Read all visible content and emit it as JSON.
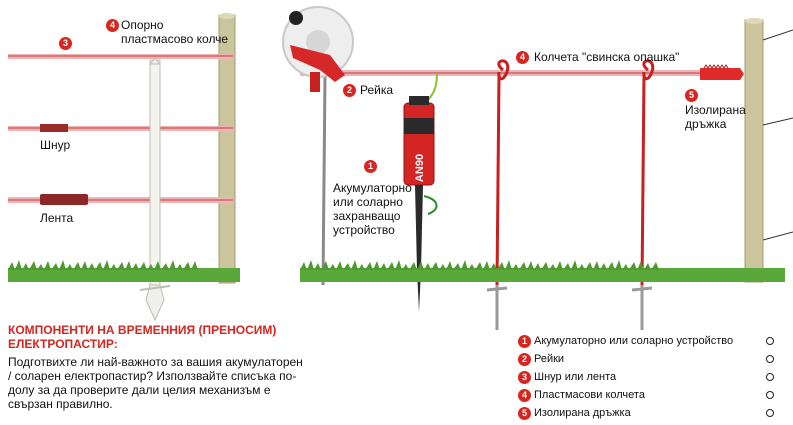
{
  "labels": {
    "post_left": "Опорно пластмасово колче",
    "cord": "Шнур",
    "tape": "Лента",
    "reel": "Рейка",
    "pigtail": "Колчета \"свинска опашка\"",
    "handle": "Изолирана дръжка",
    "energizer": "Акумулаторно или соларно захранващо устройство",
    "device_brand": "AN90"
  },
  "badges": {
    "post_left": "4",
    "wire_top": "3",
    "reel": "2",
    "pigtail": "4",
    "handle": "5",
    "energizer": "1"
  },
  "title": "КОМПОНЕНТИ НА ВРЕМЕННИЯ (ПРЕНОСИМ) ЕЛЕКТРОПАСТИР:",
  "description": "Подготвихте ли най-важното за вашия акумулаторен / соларен електропастир? Използвайте списъка по-долу за да проверите дали целия механизъм е свързан правилно.",
  "checklist": [
    {
      "num": "1",
      "text": "Акумулаторно или соларно устройство",
      "mark": "o"
    },
    {
      "num": "2",
      "text": "Рейки",
      "mark": "o"
    },
    {
      "num": "3",
      "text": "Шнур или лента",
      "mark": "o"
    },
    {
      "num": "4",
      "text": "Пластмасови колчета",
      "mark": "o"
    },
    {
      "num": "5",
      "text": "Изолирана дръжка",
      "mark": "o"
    }
  ],
  "colors": {
    "accent": "#d6261f",
    "wire": "#e8a6a6",
    "grass": "#5aa83a",
    "post": "#c8c39a"
  }
}
